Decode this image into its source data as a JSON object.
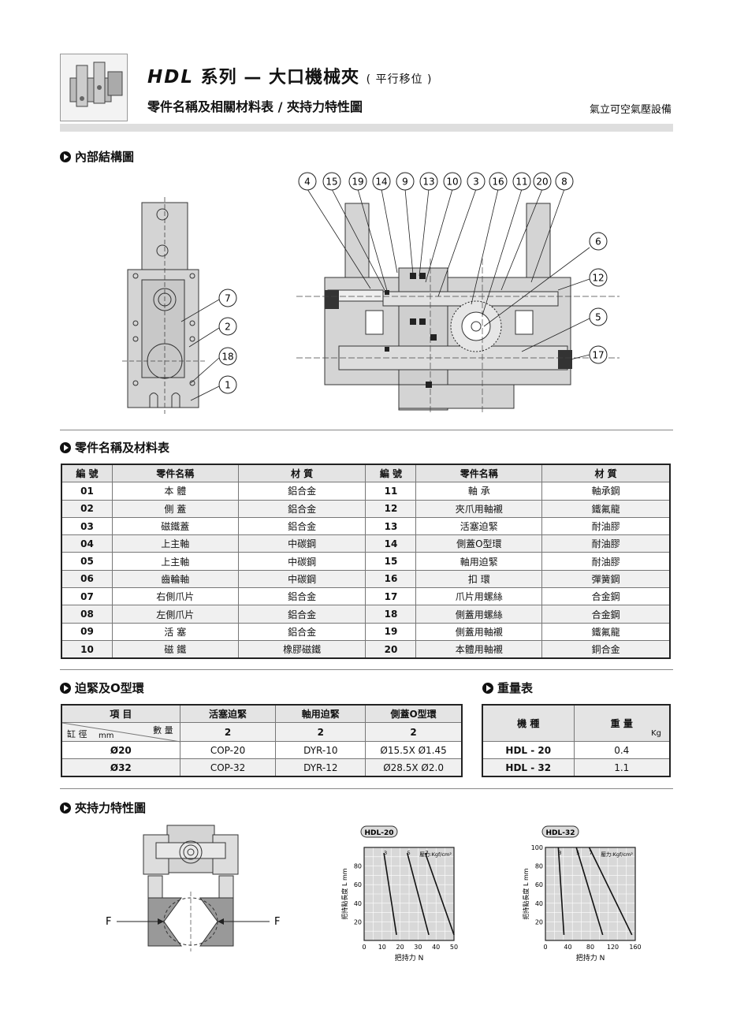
{
  "header": {
    "title_en": "HDL",
    "title_cn": "系列 — 大口機械夾",
    "title_sub": "( 平行移位 )",
    "subtitle": "零件名稱及相關材料表 / 夾持力特性圖",
    "right_text": "氣立可空氣壓設備"
  },
  "sections": {
    "structure": "內部結構圖",
    "parts": "零件名稱及材料表",
    "seals": "迫緊及O型環",
    "weight": "重量表",
    "force": "夾持力特性圖"
  },
  "structure_callouts": {
    "top": [
      "4",
      "15",
      "19",
      "14",
      "9",
      "13",
      "10",
      "3",
      "16",
      "11",
      "20",
      "8"
    ],
    "right": [
      "6",
      "12",
      "5",
      "17"
    ],
    "left": [
      "7",
      "2",
      "18",
      "1"
    ]
  },
  "parts_table": {
    "headers": [
      "編 號",
      "零件名稱",
      "材 質",
      "編 號",
      "零件名稱",
      "材 質"
    ],
    "rows": [
      [
        "01",
        "本 體",
        "鋁合金",
        "11",
        "軸 承",
        "軸承鋼"
      ],
      [
        "02",
        "側 蓋",
        "鋁合金",
        "12",
        "夾爪用軸襯",
        "鐵氟龍"
      ],
      [
        "03",
        "磁鐵蓋",
        "鋁合金",
        "13",
        "活塞迫緊",
        "耐油膠"
      ],
      [
        "04",
        "上主軸",
        "中碳鋼",
        "14",
        "側蓋O型環",
        "耐油膠"
      ],
      [
        "05",
        "上主軸",
        "中碳鋼",
        "15",
        "軸用迫緊",
        "耐油膠"
      ],
      [
        "06",
        "齒輪軸",
        "中碳鋼",
        "16",
        "扣 環",
        "彈簧鋼"
      ],
      [
        "07",
        "右側爪片",
        "鋁合金",
        "17",
        "爪片用螺絲",
        "合金鋼"
      ],
      [
        "08",
        "左側爪片",
        "鋁合金",
        "18",
        "側蓋用螺絲",
        "合金鋼"
      ],
      [
        "09",
        "活 塞",
        "鋁合金",
        "19",
        "側蓋用軸襯",
        "鐵氟龍"
      ],
      [
        "10",
        "磁 鐵",
        "橡膠磁鐵",
        "20",
        "本體用軸襯",
        "銅合金"
      ]
    ]
  },
  "seal_table": {
    "h_item": "項 目",
    "h_cols": [
      "活塞迫緊",
      "軸用迫緊",
      "側蓋O型環"
    ],
    "qty_label": "數 量",
    "bore_label": "缸 徑",
    "bore_unit": "mm",
    "qty": [
      "2",
      "2",
      "2"
    ],
    "rows": [
      [
        "Ø20",
        "COP-20",
        "DYR-10",
        "Ø15.5X Ø1.45"
      ],
      [
        "Ø32",
        "COP-32",
        "DYR-12",
        "Ø28.5X Ø2.0"
      ]
    ]
  },
  "weight_table": {
    "h_model": "機 種",
    "h_weight": "重 量",
    "unit": "Kg",
    "rows": [
      [
        "HDL - 20",
        "0.4"
      ],
      [
        "HDL - 32",
        "1.1"
      ]
    ]
  },
  "force_diagram": {
    "left_label": "F",
    "right_label": "F"
  },
  "chart_data": [
    {
      "type": "line",
      "title": "HDL-20",
      "xlabel": "把持力 N",
      "ylabel": "把持點長度 L mm",
      "xlim": [
        0,
        50
      ],
      "ylim": [
        0,
        100
      ],
      "xticks": [
        "0",
        "10",
        "20",
        "30",
        "40",
        "50"
      ],
      "yticks": [
        "20",
        "40",
        "60",
        "80"
      ],
      "legend_title": "壓力:Kgf/cm²",
      "series": [
        {
          "name": "3",
          "points": [
            [
              11,
              94
            ],
            [
              18,
              6
            ]
          ]
        },
        {
          "name": "5",
          "points": [
            [
              24,
              94
            ],
            [
              36,
              6
            ]
          ]
        },
        {
          "name": "7",
          "points": [
            [
              34,
              94
            ],
            [
              52,
              6
            ]
          ]
        }
      ]
    },
    {
      "type": "line",
      "title": "HDL-32",
      "xlabel": "把持力 N",
      "ylabel": "把持點長度 L mm",
      "xlim": [
        0,
        160
      ],
      "ylim": [
        0,
        100
      ],
      "xticks": [
        "0",
        "40",
        "80",
        "120",
        "160"
      ],
      "yticks": [
        "20",
        "40",
        "60",
        "80",
        "100"
      ],
      "legend_title": "壓力:Kgf/cm²",
      "series": [
        {
          "name": "3",
          "points": [
            [
              23,
              104
            ],
            [
              33,
              6
            ]
          ]
        },
        {
          "name": "5",
          "points": [
            [
              55,
              104
            ],
            [
              102,
              6
            ]
          ]
        },
        {
          "name": "7",
          "points": [
            [
              78,
              104
            ],
            [
              154,
              6
            ]
          ]
        }
      ]
    }
  ]
}
